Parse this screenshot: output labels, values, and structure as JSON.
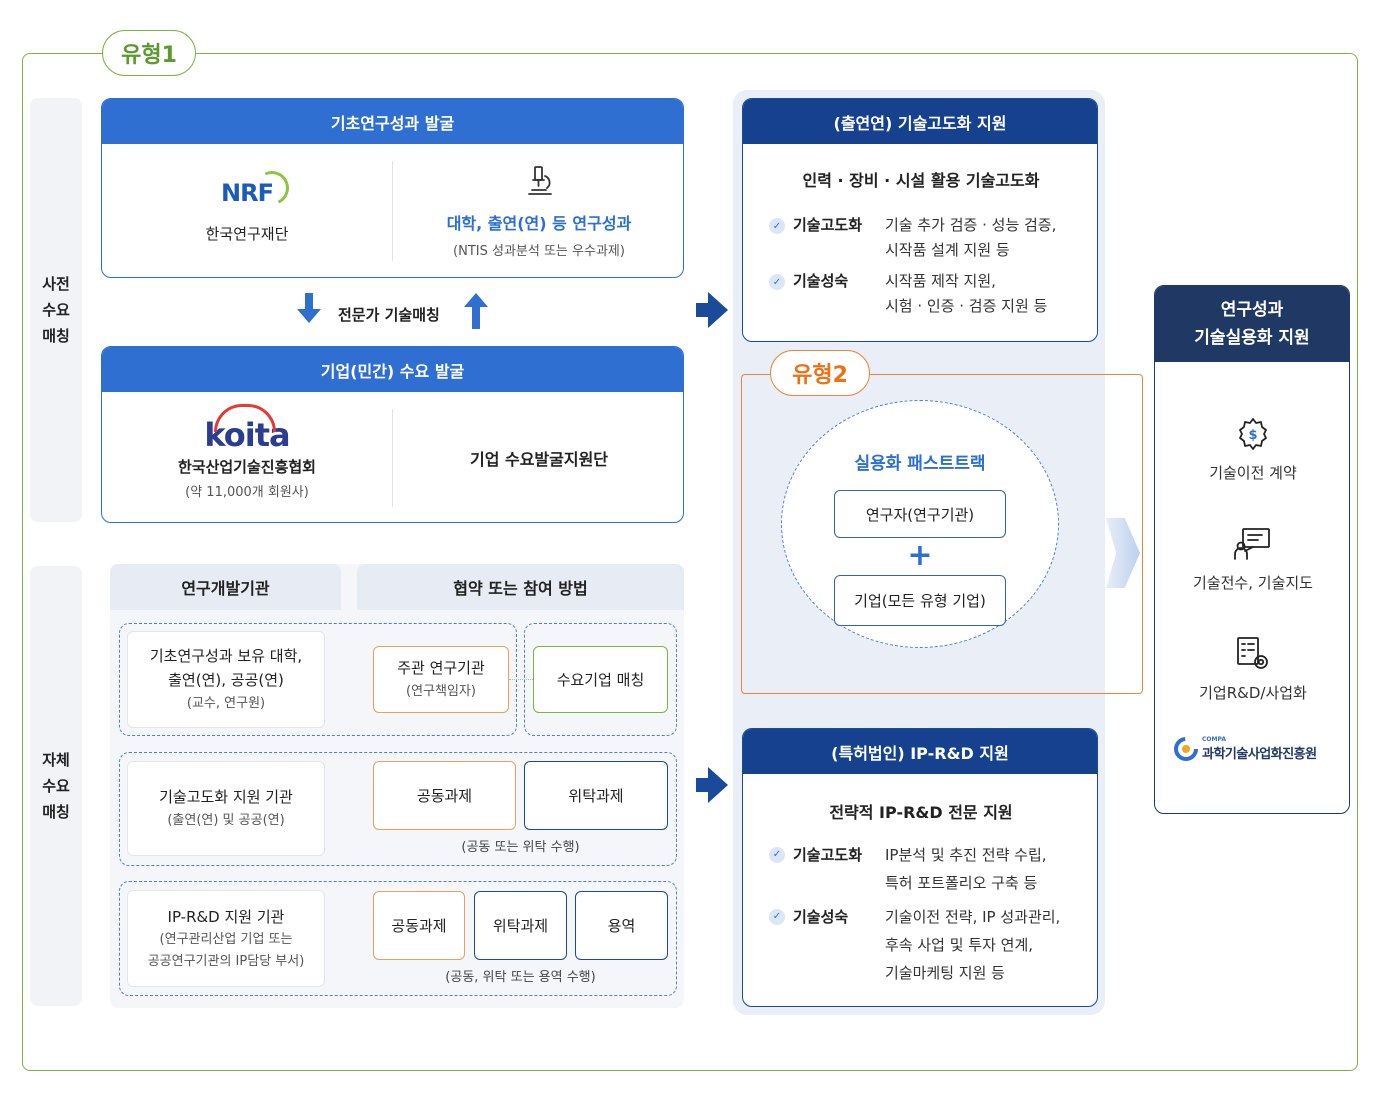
{
  "type1_label": "유형1",
  "type2_label": "유형2",
  "side_labels": {
    "pre_matching": "사전\n수요\n매칭",
    "self_matching": "자체\n수요\n매칭"
  },
  "basic_research": {
    "title": "기초연구성과 발굴",
    "nrf_logo": "NRF",
    "nrf_name": "한국연구재단",
    "results_title": "대학, 출연(연) 등 연구성과",
    "results_sub": "(NTIS 성과분석 또는 우수과제)"
  },
  "expert_matching": "전문가 기술매칭",
  "demand": {
    "title": "기업(민간) 수요 발굴",
    "koita_logo": "koita",
    "koita_name": "한국산업기술진흥협회",
    "koita_sub": "(약 11,000개 회원사)",
    "support_group": "기업 수요발굴지원단"
  },
  "lower": {
    "col1_head": "연구개발기관",
    "col2_head": "협약 또는 참여 방법",
    "row1": {
      "org_line1": "기초연구성과 보유 대학,",
      "org_line2": "출연(연), 공공(연)",
      "org_sub": "(교수, 연구원)",
      "lead_title": "주관 연구기관",
      "lead_sub": "(연구책임자)",
      "match": "수요기업 매칭"
    },
    "row2": {
      "org_line1": "기술고도화 지원 기관",
      "org_sub": "(출연(연) 및 공공(연)",
      "joint": "공동과제",
      "consign": "위탁과제",
      "caption": "(공동 또는 위탁 수행)"
    },
    "row3": {
      "org_line1": "IP-R&D 지원 기관",
      "org_sub1": "(연구관리산업 기업 또는",
      "org_sub2": "공공연구기관의 IP담당 부서)",
      "joint": "공동과제",
      "consign": "위탁과제",
      "service": "용역",
      "caption": "(공동, 위탁 또는 용역 수행)"
    }
  },
  "advance_support": {
    "title": "(출연연) 기술고도화 지원",
    "subtitle": "인력 · 장비 · 시설 활용 기술고도화",
    "rows": [
      {
        "key": "기술고도화",
        "val1": "기술 추가 검증 · 성능 검증,",
        "val2": "시작품 설계 지원 등"
      },
      {
        "key": "기술성숙",
        "val1": "시작품 제작 지원,",
        "val2": "시험 · 인증 · 검증 지원 등"
      }
    ]
  },
  "fast_track": {
    "title": "실용화 패스트트랙",
    "researcher": "연구자(연구기관)",
    "plus": "+",
    "company": "기업(모든 유형 기업)"
  },
  "ip_support": {
    "title": "(특허법인) IP-R&D 지원",
    "subtitle": "전략적 IP-R&D 전문 지원",
    "rows": [
      {
        "key": "기술고도화",
        "val1": "IP분석 및 추진 전략 수립,",
        "val2": "특허 포트폴리오 구축 등",
        "val3": ""
      },
      {
        "key": "기술성숙",
        "val1": "기술이전 전략, IP 성과관리,",
        "val2": "후속 사업 및 투자 연계,",
        "val3": "기술마케팅 지원 등"
      }
    ]
  },
  "final": {
    "title_line1": "연구성과",
    "title_line2": "기술실용화 지원",
    "items": [
      "기술이전 계약",
      "기술전수, 기술지도",
      "기업R&D/사업화"
    ],
    "compa_small": "COMPA",
    "compa_name": "과학기술사업화진흥원"
  },
  "colors": {
    "green": "#7cb342",
    "orange": "#e8873a",
    "blue": "#2f6fd1",
    "navy": "#16418e"
  }
}
